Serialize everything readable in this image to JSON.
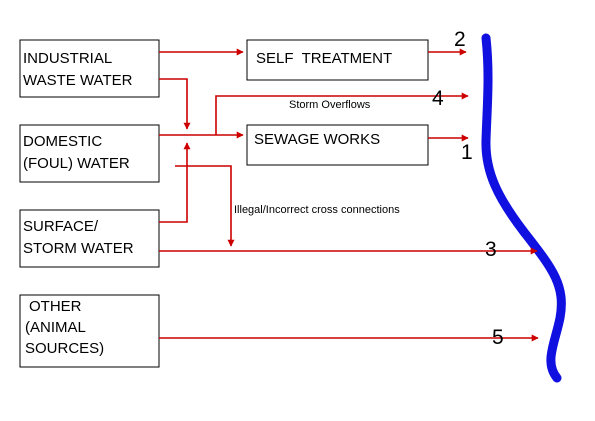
{
  "boxes": {
    "industrial": {
      "line1": "INDUSTRIAL",
      "line2": "WASTE WATER"
    },
    "domestic": {
      "line1": "DOMESTIC",
      "line2": "(FOUL) WATER"
    },
    "surface": {
      "line1": "SURFACE/",
      "line2": "STORM WATER"
    },
    "other": {
      "line1": "OTHER",
      "line2": "(ANIMAL",
      "line3": "SOURCES)"
    },
    "self_treatment": {
      "label": "SELF  TREATMENT"
    },
    "sewage_works": {
      "label": "SEWAGE WORKS"
    }
  },
  "labels": {
    "storm_overflows": "Storm Overflows",
    "cross_connections": "Illegal/Incorrect cross connections"
  },
  "outlets": {
    "self_treatment": "2",
    "storm_overflows": "4",
    "sewage_works": "1",
    "surface_water": "3",
    "other_sources": "5"
  },
  "colors": {
    "flow_arrow": "#cc0000",
    "river": "#1010e0",
    "box_border": "#000000"
  }
}
